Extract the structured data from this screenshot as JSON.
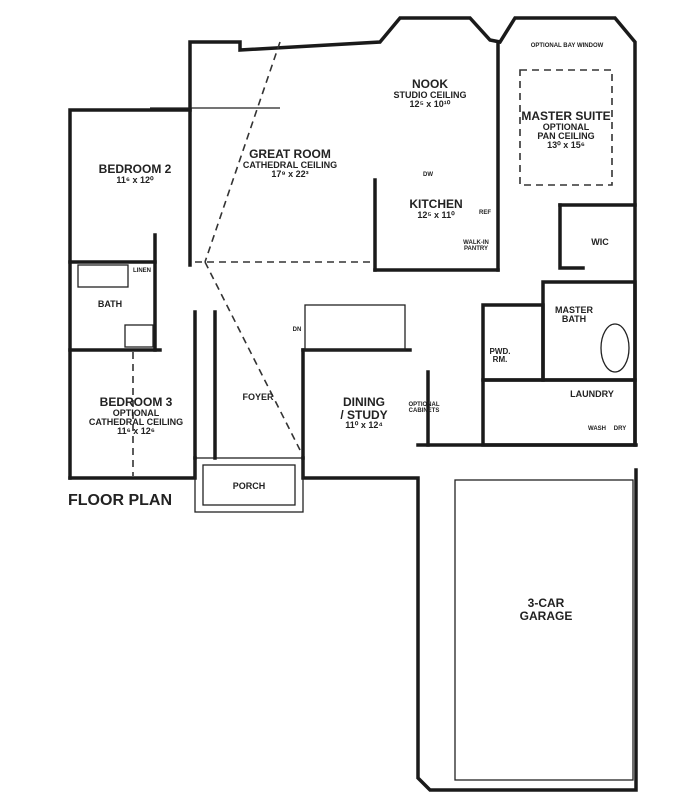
{
  "title": "FLOOR PLAN",
  "rooms": {
    "bedroom2": {
      "name": "BEDROOM 2",
      "size": "11⁶ x 12⁰"
    },
    "great_room": {
      "name": "GREAT ROOM",
      "note": "CATHEDRAL CEILING",
      "size": "17⁹ x 22³"
    },
    "nook": {
      "name": "NOOK",
      "note": "STUDIO CEILING",
      "size": "12⁵ x 10¹⁰"
    },
    "master_suite": {
      "name": "MASTER SUITE",
      "note1": "OPTIONAL",
      "note2": "PAN CEILING",
      "size": "13⁰ x 15⁶"
    },
    "bay_window": "OPTIONAL BAY WINDOW",
    "kitchen": {
      "name": "KITCHEN",
      "size": "12⁵ x 11⁰"
    },
    "dw": "DW",
    "ref": "REF",
    "walkin_pantry": [
      "WALK-IN",
      "PANTRY"
    ],
    "wic": "WIC",
    "linen": "LINEN",
    "bath": "BATH",
    "master_bath": [
      "MASTER",
      "BATH"
    ],
    "pwd_rm": [
      "PWD.",
      "RM."
    ],
    "laundry": "LAUNDRY",
    "wash": "WASH",
    "dry": "DRY",
    "bedroom3": {
      "name": "BEDROOM 3",
      "note1": "OPTIONAL",
      "note2": "CATHEDRAL CEILING",
      "size": "11⁶ x 12⁶"
    },
    "foyer": "FOYER",
    "dining": {
      "name1": "DINING",
      "name2": "/ STUDY",
      "size": "11⁰ x 12⁴"
    },
    "optional_cabinets": [
      "OPTIONAL",
      "CABINETS"
    ],
    "stair_dn": "DN",
    "porch": "PORCH",
    "garage": [
      "3-CAR",
      "GARAGE"
    ]
  }
}
